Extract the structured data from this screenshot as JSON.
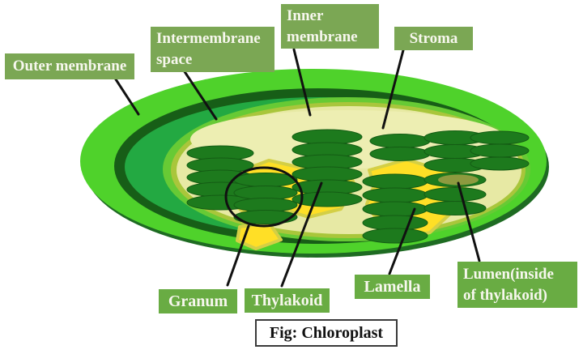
{
  "figure": {
    "caption": "Fig: Chloroplast",
    "subject": "Chloroplast diagram"
  },
  "labels": {
    "outer_membrane": {
      "lines": [
        "Outer membrane"
      ]
    },
    "intermembrane_space": {
      "lines": [
        "Intermembrane",
        "space"
      ]
    },
    "inner_membrane": {
      "lines": [
        "Inner",
        "membrane"
      ]
    },
    "stroma": {
      "lines": [
        "Stroma"
      ]
    },
    "granum": {
      "lines": [
        "Granum"
      ]
    },
    "thylakoid": {
      "lines": [
        "Thylakoid"
      ]
    },
    "lamella": {
      "lines": [
        "Lamella"
      ]
    },
    "lumen": {
      "lines": [
        "Lumen(inside",
        "of thylakoid)"
      ]
    }
  },
  "colors": {
    "label_box_top": "#7ba754",
    "label_box_bottom": "#69ac43",
    "label_text": "#f7f7ee",
    "outer_membrane_green": "#4fd22b",
    "membrane_dark_ring": "#175e17",
    "intermembrane_green": "#23a942",
    "inner_ring_light_green": "#67ca35",
    "stroma_border": "#a9c63b",
    "stroma_fill": "#e7e9a4",
    "lamella_yellow": "#ffdf26",
    "thylakoid_green": "#1d7a1d",
    "lumen_olive": "#8d9a3f",
    "pointer_line": "#111111",
    "caption_border": "#3a3a3a"
  }
}
